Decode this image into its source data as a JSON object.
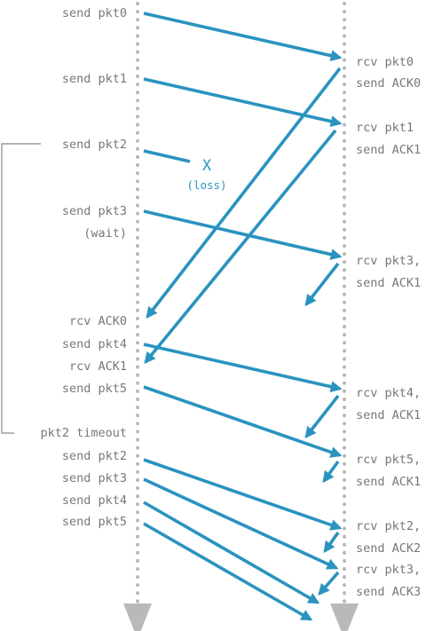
{
  "colors": {
    "arrow": "#2a93bf",
    "timeline": "#b9b9b9",
    "text": "#777777",
    "bracket": "#888888",
    "loss": "#2b94c0"
  },
  "sender_labels": [
    {
      "text": "send pkt0"
    },
    {
      "text": "send pkt1"
    },
    {
      "text": "send pkt2"
    },
    {
      "text": "send pkt3"
    },
    {
      "text": "(wait)"
    },
    {
      "text": "rcv ACK0"
    },
    {
      "text": "send pkt4"
    },
    {
      "text": "rcv ACK1"
    },
    {
      "text": "send pkt5"
    },
    {
      "text": "pkt2 timeout"
    },
    {
      "text": "send pkt2"
    },
    {
      "text": "send pkt3"
    },
    {
      "text": "send pkt4"
    },
    {
      "text": "send pkt5"
    }
  ],
  "receiver_labels": [
    {
      "text": "rcv pkt0"
    },
    {
      "text": "send ACK0"
    },
    {
      "text": "rcv pkt1"
    },
    {
      "text": "send ACK1"
    },
    {
      "text": "rcv pkt3,"
    },
    {
      "text": "send ACK1"
    },
    {
      "text": "rcv pkt4,"
    },
    {
      "text": "send ACK1"
    },
    {
      "text": "rcv pkt5,"
    },
    {
      "text": "send ACK1"
    },
    {
      "text": "rcv pkt2,"
    },
    {
      "text": "send ACK2"
    },
    {
      "text": "rcv pkt3,"
    },
    {
      "text": "send ACK3"
    }
  ],
  "loss_marker": {
    "symbol": "X",
    "note": "(loss)"
  }
}
